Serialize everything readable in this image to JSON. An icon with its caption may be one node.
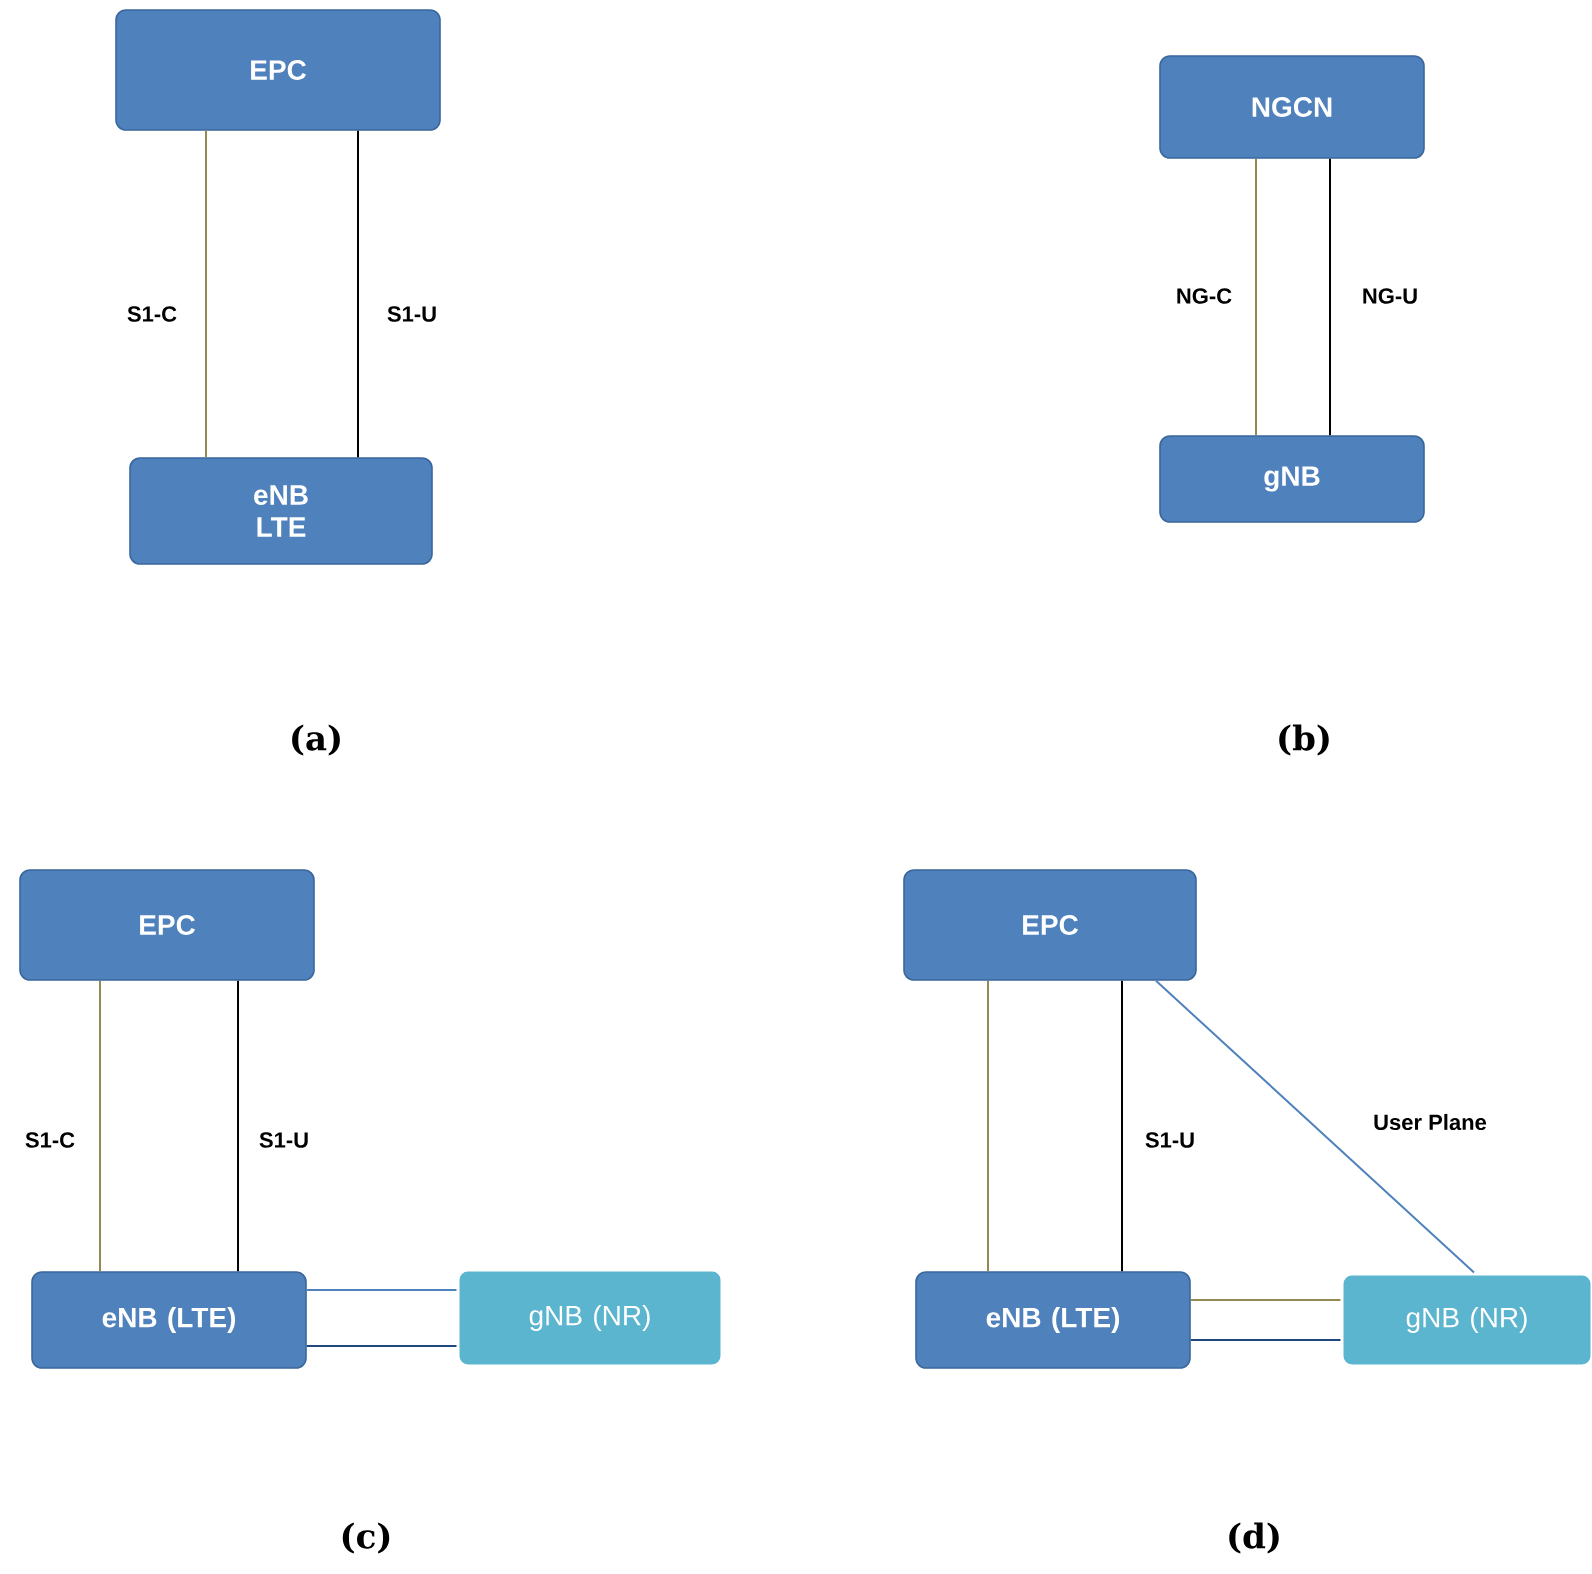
{
  "diagram": {
    "nodes": [
      {
        "text": [
          "EPC"
        ]
      },
      {
        "text": [
          "eNB LTE"
        ]
      },
      {
        "text": [
          "NGCN"
        ]
      },
      {
        "text": [
          "gNB"
        ]
      },
      {
        "text": [
          "EPC"
        ]
      },
      {
        "text": [
          "eNB (LTE)"
        ]
      },
      {
        "text": [
          "gNB (NR)"
        ]
      },
      {
        "text": [
          "EPC"
        ]
      },
      {
        "text": [
          "eNB (LTE)"
        ]
      },
      {
        "text": [
          "gNB (NR)"
        ]
      }
    ],
    "edges": [
      {
        "from": 0,
        "to": 1,
        "arrow": "none",
        "label": "S1-C",
        "color": "#938953"
      },
      {
        "from": 0,
        "to": 1,
        "arrow": "none",
        "label": "S1-U",
        "color": "#000000"
      },
      {
        "from": 2,
        "to": 3,
        "arrow": "none",
        "label": "NG-C",
        "color": "#938953"
      },
      {
        "from": 2,
        "to": 3,
        "arrow": "none",
        "label": "NG-U",
        "color": "#000000"
      },
      {
        "from": 4,
        "to": 5,
        "arrow": "none",
        "label": "S1-C",
        "color": "#938953"
      },
      {
        "from": 4,
        "to": 5,
        "arrow": "none",
        "label": "S1-U",
        "color": "#000000"
      },
      {
        "from": 5,
        "to": 6,
        "arrow": "none",
        "color": "#4f81bd"
      },
      {
        "from": 5,
        "to": 6,
        "arrow": "none",
        "color": "#1f497d"
      },
      {
        "from": 7,
        "to": 8,
        "arrow": "none",
        "color": "#938953"
      },
      {
        "from": 7,
        "to": 8,
        "arrow": "none",
        "label": "S1-U",
        "color": "#000000"
      },
      {
        "from": 7,
        "to": 9,
        "arrow": "none",
        "label": "User Plane",
        "color": "#4f81bd"
      },
      {
        "from": 8,
        "to": 9,
        "arrow": "none",
        "color": "#938953"
      },
      {
        "from": 8,
        "to": 9,
        "arrow": "none",
        "color": "#1f497d"
      }
    ],
    "labels": [
      "(a)",
      "(b)",
      "(c)",
      "(d)"
    ]
  }
}
